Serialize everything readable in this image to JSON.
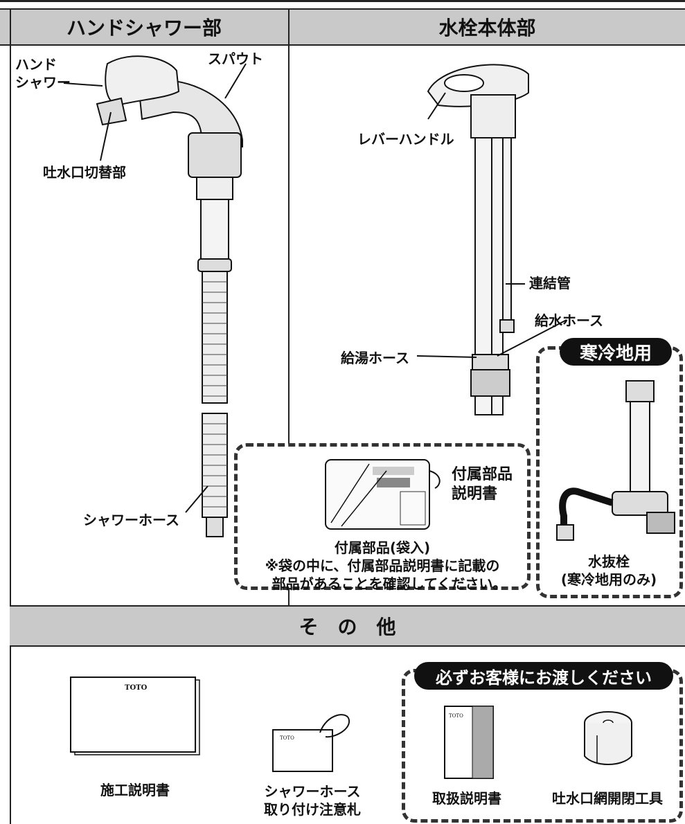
{
  "sections": {
    "hand_shower": "ハンドシャワー部",
    "faucet_body": "水栓本体部",
    "other": "そ　の　他"
  },
  "labels": {
    "hand_shower_head": "ハンド\nシャワー",
    "spout": "スパウト",
    "outlet_switch": "吐水口切替部",
    "shower_hose": "シャワーホース",
    "lever_handle": "レバーハンドル",
    "connecting_pipe": "連結管",
    "cold_supply_hose": "給水ホース",
    "hot_supply_hose": "給湯ホース",
    "cold_region_badge": "寒冷地用",
    "drain_valve": "水抜栓\n(寒冷地用のみ)",
    "accessory_manual": "付属部品\n説明書",
    "accessory_parts": "付属部品(袋入)\n※袋の中に、付属部品説明書に記載の\n　部品があることを確認してください。",
    "deliver_badge": "必ずお客様にお渡しください",
    "install_manual": "施工説明書",
    "shower_tag": "シャワーホース\n取り付け注意札",
    "user_manual": "取扱説明書",
    "outlet_tool": "吐水口網開閉工具",
    "toto_logo": "TOTO"
  },
  "colors": {
    "header_bg": "#c9c9c9",
    "line": "#222222"
  }
}
